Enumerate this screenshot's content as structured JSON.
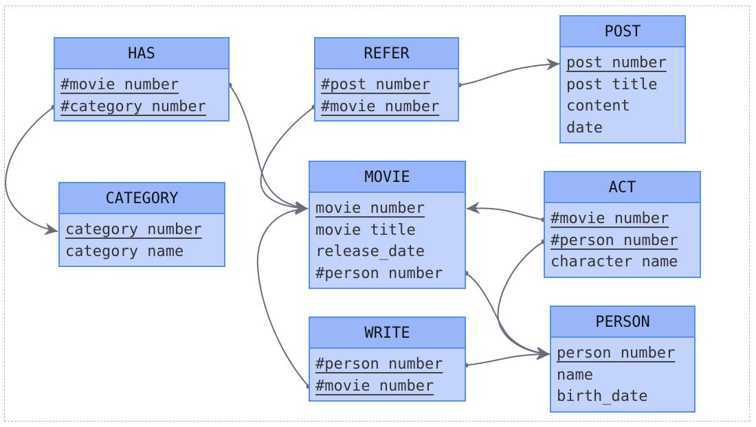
{
  "entities": {
    "has": {
      "name": "HAS",
      "attributes": [
        {
          "label": "#movie number",
          "key": true
        },
        {
          "label": "#category number",
          "key": true
        }
      ]
    },
    "refer": {
      "name": "REFER",
      "attributes": [
        {
          "label": "#post number",
          "key": true
        },
        {
          "label": "#movie number",
          "key": true
        }
      ]
    },
    "post": {
      "name": "POST",
      "attributes": [
        {
          "label": "post number",
          "key": true
        },
        {
          "label": "post title",
          "key": false
        },
        {
          "label": "content",
          "key": false
        },
        {
          "label": "date",
          "key": false
        }
      ]
    },
    "category": {
      "name": "CATEGORY",
      "attributes": [
        {
          "label": "category number",
          "key": true
        },
        {
          "label": "category name",
          "key": false
        }
      ]
    },
    "movie": {
      "name": "MOVIE",
      "attributes": [
        {
          "label": "movie number",
          "key": true
        },
        {
          "label": "movie title",
          "key": false
        },
        {
          "label": "release_date",
          "key": false
        },
        {
          "label": "#person number",
          "key": false
        }
      ]
    },
    "act": {
      "name": "ACT",
      "attributes": [
        {
          "label": "#movie number",
          "key": true
        },
        {
          "label": "#person number",
          "key": true
        },
        {
          "label": "character name",
          "key": false
        }
      ]
    },
    "write": {
      "name": "WRITE",
      "attributes": [
        {
          "label": "#person number",
          "key": true
        },
        {
          "label": "#movie number",
          "key": true
        }
      ]
    },
    "person": {
      "name": "PERSON",
      "attributes": [
        {
          "label": "person number",
          "key": true
        },
        {
          "label": "name",
          "key": false
        },
        {
          "label": "birth_date",
          "key": false
        }
      ]
    }
  },
  "relationships": [
    {
      "from": "has.movie-number",
      "to": "movie.movie-number"
    },
    {
      "from": "has.category-number",
      "to": "category.category-number"
    },
    {
      "from": "refer.post-number",
      "to": "post.post-number"
    },
    {
      "from": "refer.movie-number",
      "to": "movie.movie-number"
    },
    {
      "from": "act.movie-number",
      "to": "movie.movie-number"
    },
    {
      "from": "act.person-number",
      "to": "person.person-number"
    },
    {
      "from": "movie.person-number",
      "to": "person.person-number"
    },
    {
      "from": "write.person-number",
      "to": "person.person-number"
    },
    {
      "from": "write.movie-number",
      "to": "movie.movie-number"
    }
  ],
  "colors": {
    "header_fill": "#99b6fb",
    "body_fill": "#c2d4fd",
    "border": "#5b8def",
    "connector": "#6e6a7c"
  }
}
